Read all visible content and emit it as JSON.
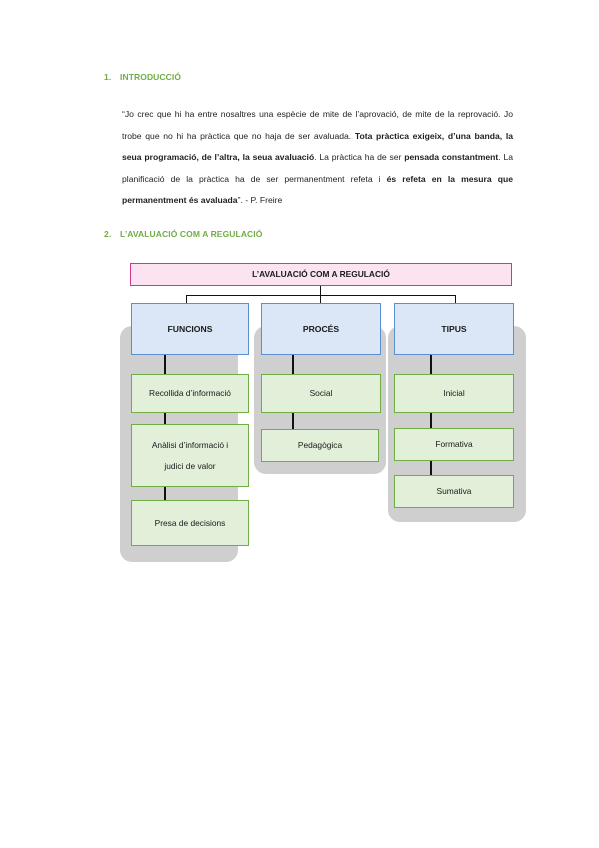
{
  "sections": [
    {
      "number": "1.",
      "title": "INTRODUCCIÓ"
    },
    {
      "number": "2.",
      "title": "L’AVALUACIÓ COM A REGULACIÓ"
    }
  ],
  "quote": {
    "p1": "“Jo crec que hi ha entre nosaltres una espècie de mite de l’aprovació, de mite de la reprovació. Jo trobe que no hi ha pràctica que no haja de ser avaluada. ",
    "b1": "Tota pràctica exigeix, d’una banda, la seua programació, de l’altra, la seua avaluació",
    "p2": ". La pràctica ha de ser ",
    "b2": "pensada constantment",
    "p3": ". La planificació de la pràctica ha de ser permanentment refeta i ",
    "b3": "és refeta en la mesura que permanentment és avaluada",
    "p4": "”. - P. Freire"
  },
  "diagram": {
    "title": "L’AVALUACIÓ COM A REGULACIÓ",
    "columns": [
      {
        "header": "FUNCIONS",
        "items": [
          "Recollida d’informació",
          "Anàlisi d’informació i judici de valor",
          "Presa de decisions"
        ]
      },
      {
        "header": "PROCÉS",
        "items": [
          "Social",
          "Pedagògica"
        ]
      },
      {
        "header": "TIPUS",
        "items": [
          "Inicial",
          "Formativa",
          "Sumativa"
        ]
      }
    ]
  }
}
